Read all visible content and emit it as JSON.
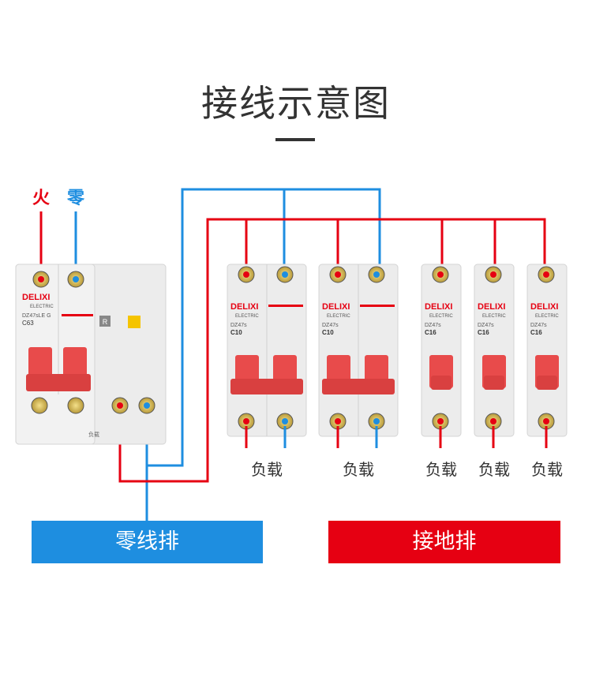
{
  "title": "接线示意图",
  "colors": {
    "live": "#e60012",
    "neutral": "#1e8ee0",
    "breaker_body": "#ececec",
    "handle": "#e84b4b"
  },
  "labels": {
    "live": "火",
    "neutral": "零"
  },
  "main_breaker": {
    "brand": "DELIXI",
    "brand_sub": "ELECTRIC",
    "model": "DZ47sLE G",
    "rating": "C63",
    "button_r": "R",
    "bottom_note": "负载"
  },
  "breakers": [
    {
      "brand": "DELIXI",
      "brand_sub": "ELECTRIC",
      "model": "DZ47s",
      "rating": "C10",
      "poles": 2,
      "load_label": "负载"
    },
    {
      "brand": "DELIXI",
      "brand_sub": "ELECTRIC",
      "model": "DZ47s",
      "rating": "C10",
      "poles": 2,
      "load_label": "负载"
    },
    {
      "brand": "DELIXI",
      "brand_sub": "ELECTRIC",
      "model": "DZ47s",
      "rating": "C16",
      "poles": 1,
      "load_label": "负载"
    },
    {
      "brand": "DELIXI",
      "brand_sub": "ELECTRIC",
      "model": "DZ47s",
      "rating": "C16",
      "poles": 1,
      "load_label": "负载"
    },
    {
      "brand": "DELIXI",
      "brand_sub": "ELECTRIC",
      "model": "DZ47s",
      "rating": "C16",
      "poles": 1,
      "load_label": "负载"
    }
  ],
  "busbars": {
    "neutral": "零线排",
    "ground": "接地排"
  }
}
